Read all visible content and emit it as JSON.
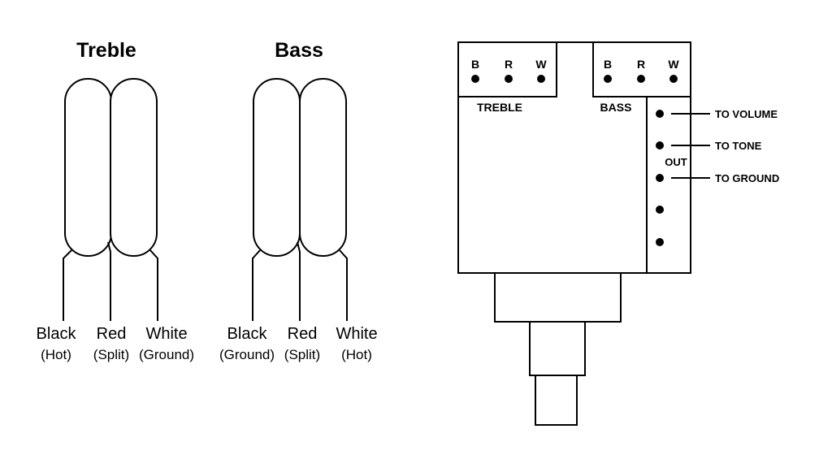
{
  "pickups": {
    "treble": {
      "title": "Treble",
      "wires": [
        {
          "name": "Black",
          "role": "(Hot)"
        },
        {
          "name": "Red",
          "role": "(Split)"
        },
        {
          "name": "White",
          "role": "(Ground)"
        }
      ]
    },
    "bass": {
      "title": "Bass",
      "wires": [
        {
          "name": "Black",
          "role": "(Ground)"
        },
        {
          "name": "Red",
          "role": "(Split)"
        },
        {
          "name": "White",
          "role": "(Hot)"
        }
      ]
    }
  },
  "switch": {
    "treble_pins": [
      "B",
      "R",
      "W"
    ],
    "bass_pins": [
      "B",
      "R",
      "W"
    ],
    "treble_label": "TREBLE",
    "bass_label": "BASS",
    "out_label": "OUT",
    "outputs": [
      "TO VOLUME",
      "TO TONE",
      "TO GROUND"
    ]
  }
}
